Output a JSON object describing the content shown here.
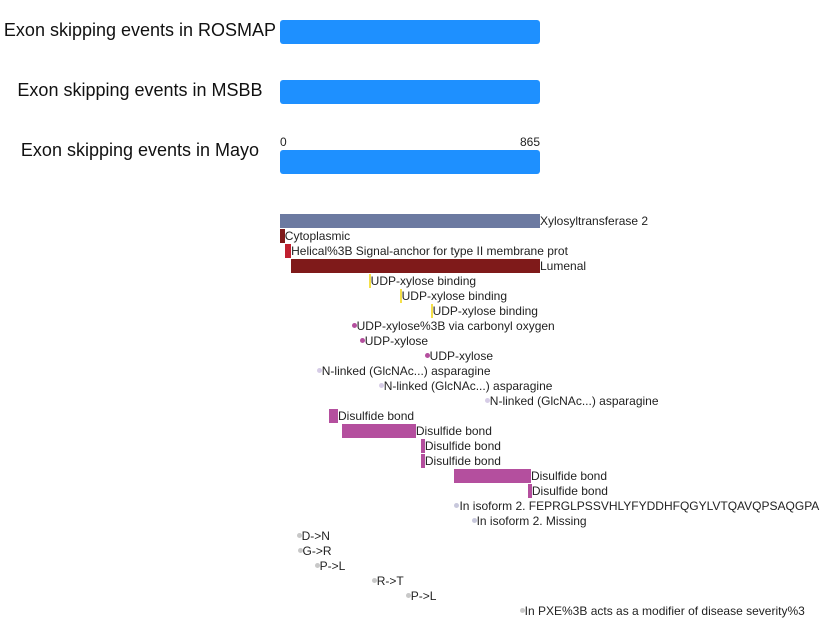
{
  "tracks": [
    {
      "label": "Exon skipping events in ROSMAP"
    },
    {
      "label": "Exon skipping events in MSBB"
    },
    {
      "label": "Exon skipping events in Mayo"
    }
  ],
  "axis": {
    "min": "0",
    "max": "865",
    "length": 865
  },
  "colors": {
    "track": "#1e90ff",
    "chain": "#6c7aa1",
    "topo": "#7f1a1a",
    "transmem": "#c0202f",
    "binding": "#f5e04a",
    "metal": "#b44f9e",
    "glyco": "#d6cce6",
    "disulfide": "#b44f9e",
    "isoform": "#c8c8dc",
    "variant": "#c8c8c8"
  },
  "features": [
    {
      "label": "Xylosyltransferase 2",
      "start": 1,
      "end": 865,
      "type": "chain"
    },
    {
      "label": "Cytoplasmic",
      "start": 1,
      "end": 16,
      "type": "topo"
    },
    {
      "label": "Helical%3B Signal-anchor for type II membrane prot",
      "start": 17,
      "end": 37,
      "type": "transmem"
    },
    {
      "label": "Lumenal",
      "start": 38,
      "end": 865,
      "type": "topo"
    },
    {
      "label": "UDP-xylose binding",
      "start": 296,
      "end": 298,
      "type": "binding"
    },
    {
      "label": "UDP-xylose binding",
      "start": 399,
      "end": 401,
      "type": "binding"
    },
    {
      "label": "UDP-xylose binding",
      "start": 502,
      "end": 503,
      "type": "binding"
    },
    {
      "label": "UDP-xylose%3B via carbonyl oxygen",
      "start": 246,
      "type": "metal"
    },
    {
      "label": "UDP-xylose",
      "start": 273,
      "type": "metal"
    },
    {
      "label": "UDP-xylose",
      "start": 489,
      "type": "metal"
    },
    {
      "label": "N-linked (GlcNAc...) asparagine",
      "start": 130,
      "type": "glyco"
    },
    {
      "label": "N-linked (GlcNAc...) asparagine",
      "start": 336,
      "type": "glyco"
    },
    {
      "label": "N-linked (GlcNAc...) asparagine",
      "start": 689,
      "type": "glyco"
    },
    {
      "label": "Disulfide bond",
      "start": 163,
      "end": 193,
      "type": "disulfide"
    },
    {
      "label": "Disulfide bond",
      "start": 206,
      "end": 452,
      "type": "disulfide"
    },
    {
      "label": "Disulfide bond",
      "start": 469,
      "end": 482,
      "type": "disulfide"
    },
    {
      "label": "Disulfide bond",
      "start": 469,
      "end": 482,
      "type": "disulfide"
    },
    {
      "label": "Disulfide bond",
      "start": 579,
      "end": 835,
      "type": "disulfide"
    },
    {
      "label": "Disulfide bond",
      "start": 825,
      "end": 838,
      "type": "disulfide"
    },
    {
      "label": "In isoform 2. FEPRGLPSSVHLYFYDDHFQGYLVTQAVQPSAQGPA",
      "start": 588,
      "type": "isoform"
    },
    {
      "label": "In isoform 2. Missing",
      "start": 645,
      "type": "isoform"
    },
    {
      "label": "D->N",
      "start": 63,
      "type": "variant"
    },
    {
      "label": "G->R",
      "start": 66,
      "type": "variant"
    },
    {
      "label": "P->L",
      "start": 123,
      "type": "variant"
    },
    {
      "label": "R->T",
      "start": 313,
      "type": "variant"
    },
    {
      "label": "P->L",
      "start": 426,
      "type": "variant"
    },
    {
      "label": "In PXE%3B acts as a modifier of disease severity%3",
      "start": 805,
      "type": "variant"
    }
  ]
}
